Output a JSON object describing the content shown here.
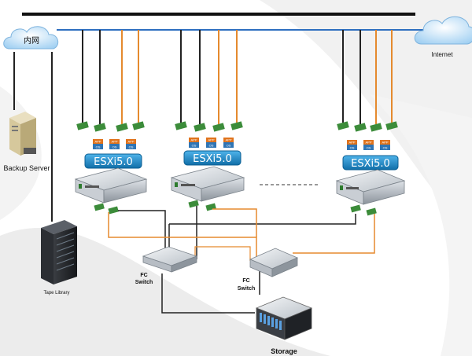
{
  "labels": {
    "lan": "内网",
    "internet": "Internet",
    "backup_server": "Backup Server",
    "tape_library": "Tape Library",
    "fc_switch_1_line1": "FC",
    "fc_switch_1_line2": "Switch",
    "fc_switch_2_line1": "FC",
    "fc_switch_2_line2": "Switch",
    "storage": "Storage"
  },
  "hosts": [
    {
      "esxi_label": "ESXi5.0",
      "vms": [
        {
          "app": "APP",
          "os": "OS"
        },
        {
          "app": "APP",
          "os": "OS"
        },
        {
          "app": "APP",
          "os": "OS"
        }
      ]
    },
    {
      "esxi_label": "ESXi5.0",
      "vms": [
        {
          "app": "APP",
          "os": "OS"
        },
        {
          "app": "APP",
          "os": "OS"
        },
        {
          "app": "APP",
          "os": "OS"
        }
      ]
    },
    {
      "esxi_label": "ESXi5.0",
      "vms": [
        {
          "app": "APP",
          "os": "OS"
        },
        {
          "app": "APP",
          "os": "OS"
        },
        {
          "app": "APP",
          "os": "OS"
        }
      ]
    }
  ],
  "colors": {
    "lan_bus": "#2e6fc0",
    "top_bar": "#111111",
    "eth_cable": "#222222",
    "fc_cable": "#e58a2e",
    "esxi_badge": "#1d8fd0",
    "vm_app": "#e0731c",
    "vm_os": "#2f75b5",
    "cloud": "#8fc6ee"
  }
}
